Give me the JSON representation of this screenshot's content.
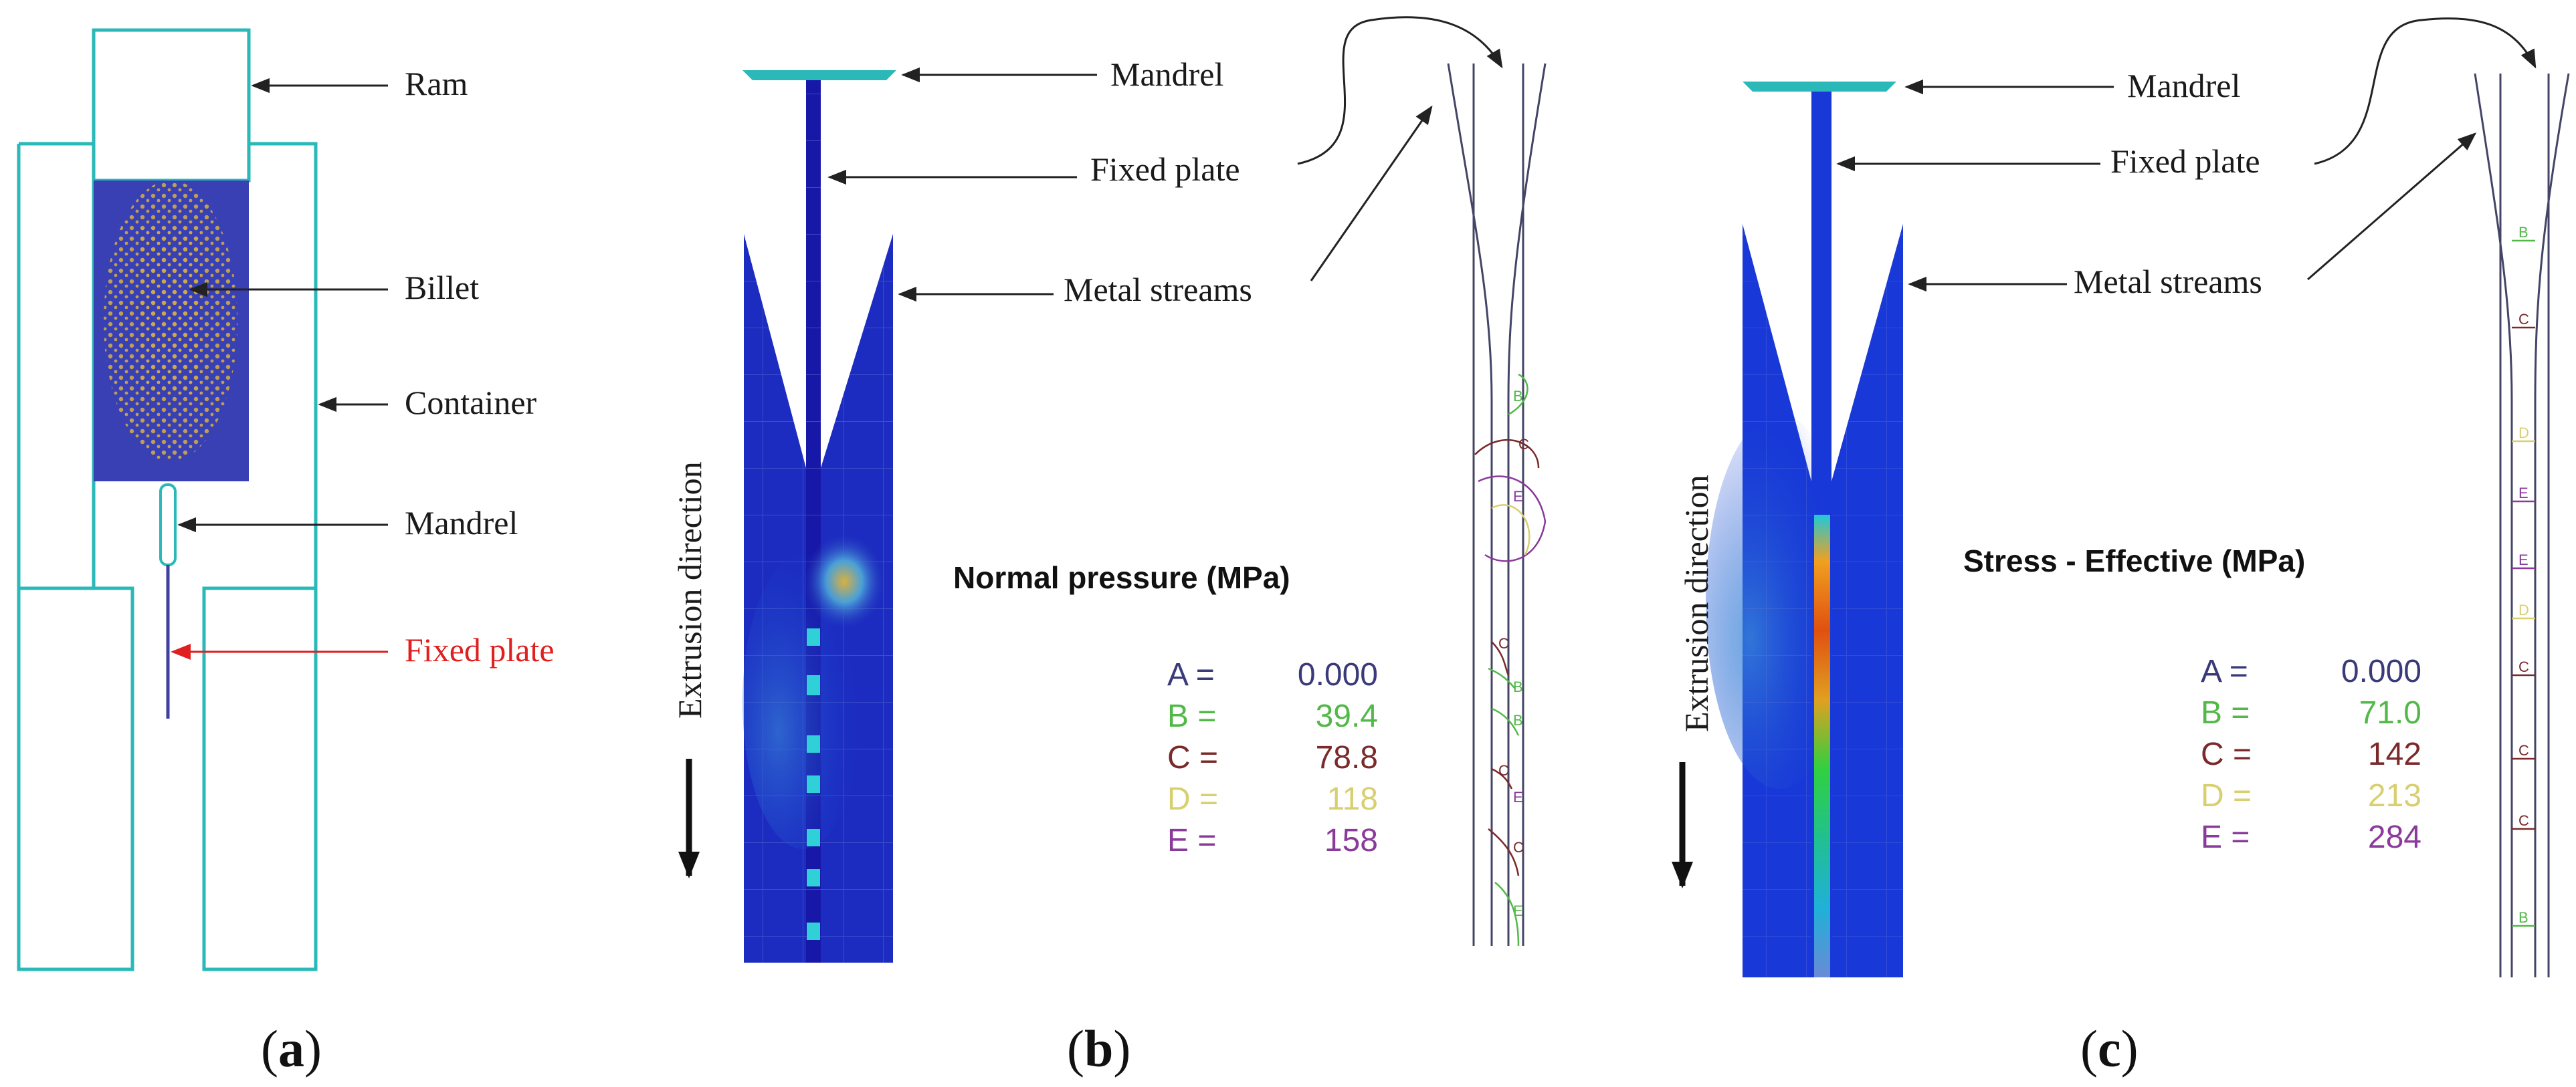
{
  "colors": {
    "outline": "#2ab8b8",
    "billet_fill": "#3840b4",
    "billet_dots": "#d8b040",
    "ink": "#1a1a1a",
    "red": "#e02020",
    "level_A": "#3a3a7a",
    "level_B": "#52b848",
    "level_C": "#7a2a2a",
    "level_D": "#d8d070",
    "level_E": "#8a3a9a"
  },
  "panel_a": {
    "labels": {
      "ram": "Ram",
      "billet": "Billet",
      "container": "Container",
      "mandrel": "Mandrel",
      "fixed_plate": "Fixed plate"
    },
    "caption": {
      "open": "(",
      "letter": "a",
      "close": ")"
    }
  },
  "panel_b": {
    "labels": {
      "mandrel": "Mandrel",
      "fixed_plate": "Fixed plate",
      "metal_streams": "Metal streams",
      "extrusion_direction": "Extrusion direction"
    },
    "legend": {
      "title": "Normal pressure (MPa)",
      "rows": [
        {
          "key": "A =",
          "value": "0.000",
          "level": "A"
        },
        {
          "key": "B =",
          "value": "39.4",
          "level": "B"
        },
        {
          "key": "C =",
          "value": "78.8",
          "level": "C"
        },
        {
          "key": "D =",
          "value": "118",
          "level": "D"
        },
        {
          "key": "E =",
          "value": "158",
          "level": "E"
        }
      ]
    },
    "contour_marks": [
      "B",
      "C",
      "E",
      "C",
      "B",
      "B",
      "C",
      "E",
      "C",
      "E"
    ],
    "caption": {
      "open": "(",
      "letter": "b",
      "close": ")"
    }
  },
  "panel_c": {
    "labels": {
      "mandrel": "Mandrel",
      "fixed_plate": "Fixed plate",
      "metal_streams": "Metal streams",
      "extrusion_direction": "Extrusion direction"
    },
    "legend": {
      "title": "Stress - Effective (MPa)",
      "rows": [
        {
          "key": "A =",
          "value": "0.000",
          "level": "A"
        },
        {
          "key": "B =",
          "value": "71.0",
          "level": "B"
        },
        {
          "key": "C =",
          "value": "142",
          "level": "C"
        },
        {
          "key": "D =",
          "value": "213",
          "level": "D"
        },
        {
          "key": "E =",
          "value": "284",
          "level": "E"
        }
      ]
    },
    "contour_marks": [
      "B",
      "C",
      "D",
      "E",
      "E",
      "D",
      "C",
      "C",
      "C",
      "B"
    ],
    "caption": {
      "open": "(",
      "letter": "c",
      "close": ")"
    }
  }
}
